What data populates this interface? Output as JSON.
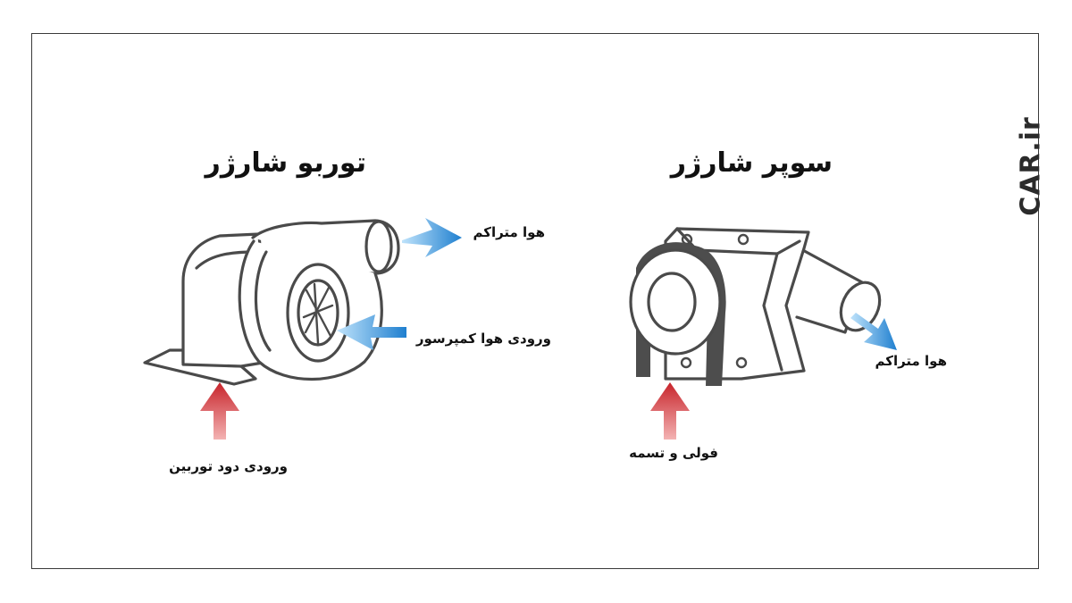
{
  "turbo": {
    "title": "توربو شارژر",
    "label_compressed_air": "هوا متراکم",
    "label_compressor_inlet": "ورودی هوا کمپرسور",
    "label_exhaust_inlet": "ورودی دود توربین"
  },
  "super": {
    "title": "سوپر شارژر",
    "label_compressed_air": "هوا متراکم",
    "label_pulley_belt": "فولی و تسمه"
  },
  "brand": {
    "text": "CAR.ir"
  },
  "colors": {
    "outline": "#4a4a4a",
    "belt": "#4d4d4d",
    "blue_arrow": "#2f8fd8",
    "red_arrow": "#c8242b"
  }
}
